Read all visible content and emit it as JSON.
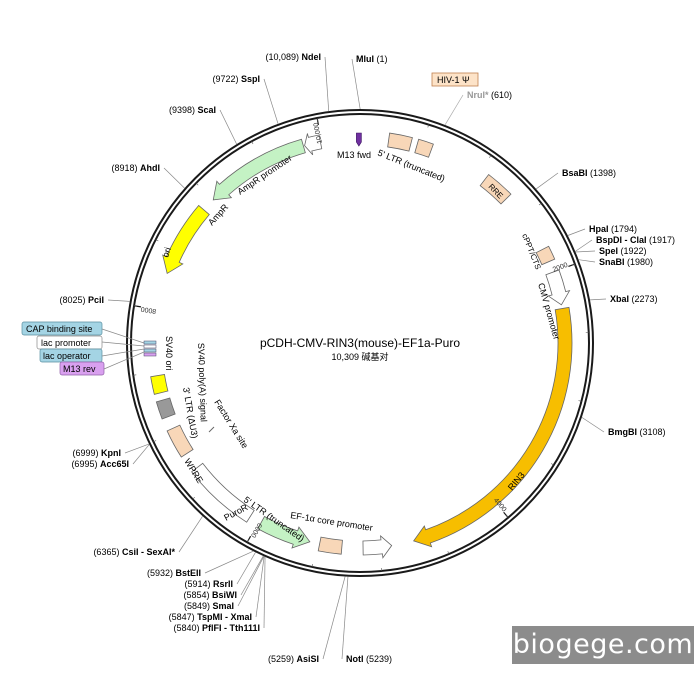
{
  "title": "pCDH-CMV-RIN3(mouse)-EF1a-Puro",
  "length_label": "10,309 碱基对",
  "total_bp": 10309,
  "watermark": "biogege.com",
  "colors": {
    "backbone": "#1a1a1a",
    "orange": "#f7be00",
    "green": "#c4f2c4",
    "yellow": "#ffff00",
    "gray": "#999999",
    "peach": "#f8d7b8",
    "white": "#ffffff",
    "purple": "#7030a0",
    "label_blue": "#a4d4e4",
    "label_purple": "#d9a0ef",
    "hiv_box": "#fde3c8"
  },
  "ticks": [
    {
      "bp": 2000,
      "label": "2000"
    },
    {
      "bp": 4000,
      "label": "4000"
    },
    {
      "bp": 6000,
      "label": "6000"
    },
    {
      "bp": 8000,
      "label": "8000"
    },
    {
      "bp": 10000,
      "label": "10,000"
    }
  ],
  "sites": [
    {
      "name": "MluI",
      "pos": "(1)",
      "bp": 1,
      "side": "right",
      "color": "#000000"
    },
    {
      "name": "NruI*",
      "pos": "(610)",
      "bp": 610,
      "side": "right",
      "color": "#999999"
    },
    {
      "name": "BsaBI",
      "pos": "(1398)",
      "bp": 1398,
      "side": "right",
      "color": "#000000"
    },
    {
      "name": "HpaI",
      "pos": "(1794)",
      "bp": 1794,
      "side": "right",
      "color": "#000000"
    },
    {
      "name": "BspDI - ClaI",
      "pos": "(1917)",
      "bp": 1917,
      "side": "right",
      "color": "#000000"
    },
    {
      "name": "SpeI",
      "pos": "(1922)",
      "bp": 1922,
      "side": "right",
      "color": "#000000"
    },
    {
      "name": "SnaBI",
      "pos": "(1980)",
      "bp": 1980,
      "side": "right",
      "color": "#000000"
    },
    {
      "name": "XbaI",
      "pos": "(2273)",
      "bp": 2273,
      "side": "right",
      "color": "#000000"
    },
    {
      "name": "BmgBI",
      "pos": "(3108)",
      "bp": 3108,
      "side": "right",
      "color": "#000000"
    },
    {
      "name": "NotI",
      "pos": "(5239)",
      "bp": 5239,
      "side": "right",
      "color": "#000000"
    },
    {
      "name": "AsiSI",
      "pos": "(5259)",
      "bp": 5259,
      "side": "left",
      "color": "#000000"
    },
    {
      "name": "PflFI - Tth111I",
      "pos": "(5840)",
      "bp": 5840,
      "side": "left",
      "color": "#000000"
    },
    {
      "name": "TspMI - XmaI",
      "pos": "(5847)",
      "bp": 5847,
      "side": "left",
      "color": "#000000"
    },
    {
      "name": "SmaI",
      "pos": "(5849)",
      "bp": 5849,
      "side": "left",
      "color": "#000000"
    },
    {
      "name": "BsiWI",
      "pos": "(5854)",
      "bp": 5854,
      "side": "left",
      "color": "#000000"
    },
    {
      "name": "RsrII",
      "pos": "(5914)",
      "bp": 5914,
      "side": "left",
      "color": "#000000"
    },
    {
      "name": "BstEII",
      "pos": "(5932)",
      "bp": 5932,
      "side": "left",
      "color": "#000000"
    },
    {
      "name": "CsiI - SexAI*",
      "pos": "(6365)",
      "bp": 6365,
      "side": "left",
      "color": "#000000"
    },
    {
      "name": "Acc65I",
      "pos": "(6995)",
      "bp": 6995,
      "side": "left",
      "color": "#000000"
    },
    {
      "name": "KpnI",
      "pos": "(6999)",
      "bp": 6999,
      "side": "left",
      "color": "#000000"
    },
    {
      "name": "PciI",
      "pos": "(8025)",
      "bp": 8025,
      "side": "left",
      "color": "#000000"
    },
    {
      "name": "AhdI",
      "pos": "(8918)",
      "bp": 8918,
      "side": "left",
      "color": "#000000"
    },
    {
      "name": "ScaI",
      "pos": "(9398)",
      "bp": 9398,
      "side": "left",
      "color": "#000000"
    },
    {
      "name": "SspI",
      "pos": "(9722)",
      "bp": 9722,
      "side": "left",
      "color": "#000000"
    },
    {
      "name": "NdeI",
      "pos": "(10,089)",
      "bp": 10089,
      "side": "left",
      "color": "#000000"
    }
  ],
  "features": [
    {
      "name": "5' LTR (truncated)",
      "start": 230,
      "end": 410,
      "type": "box",
      "color": "#f8d7b8"
    },
    {
      "name": "HIV-1 Ψ",
      "start": 460,
      "end": 580,
      "type": "box",
      "color": "#f8d7b8"
    },
    {
      "name": "RRE",
      "start": 1070,
      "end": 1300,
      "type": "box",
      "color": "#f8d7b8"
    },
    {
      "name": "cPPT/CTS",
      "start": 1800,
      "end": 1910,
      "type": "box",
      "color": "#f8d7b8"
    },
    {
      "name": "CMV promoter",
      "start": 2000,
      "end": 2270,
      "type": "arrow",
      "color": "#ffffff"
    },
    {
      "name": "RIN3",
      "start": 2300,
      "end": 4720,
      "type": "arrow",
      "color": "#f7be00"
    },
    {
      "name": "EF-1α core promoter",
      "start": 4900,
      "end": 5130,
      "type": "arrow_rev",
      "color": "#ffffff"
    },
    {
      "name": "5' LTR (truncated)",
      "start": 5300,
      "end": 5480,
      "type": "box",
      "color": "#f8d7b8"
    },
    {
      "name": "PuroR",
      "start": 5560,
      "end": 5980,
      "type": "arrow_rev",
      "color": "#c4f2c4"
    },
    {
      "name": "WPRE",
      "start": 6080,
      "end": 6660,
      "type": "box",
      "color": "#ffffff"
    },
    {
      "name": "3' LTR (ΔU3)",
      "start": 6800,
      "end": 7030,
      "type": "box",
      "color": "#f8d7b8"
    },
    {
      "name": "SV40 ori",
      "start": 7130,
      "end": 7270,
      "type": "box",
      "color": "#999999"
    },
    {
      "name": "SV40 poly(A) signal",
      "start": 7330,
      "end": 7470,
      "type": "box",
      "color": "#ffff00"
    },
    {
      "name": "ori",
      "start": 8300,
      "end": 8890,
      "type": "arrow_rev",
      "color": "#ffff00"
    },
    {
      "name": "AmpR",
      "start": 9000,
      "end": 9850,
      "type": "arrow_rev",
      "color": "#c4f2c4"
    },
    {
      "name": "AmpR promoter",
      "start": 9860,
      "end": 9990,
      "type": "arrow_rev",
      "color": "#ffffff"
    },
    {
      "name": "M13 fwd",
      "start": 10260,
      "end": 10309,
      "type": "small_arrow",
      "color": "#7030a0"
    }
  ],
  "side_labels": [
    {
      "name": "CAP binding site",
      "color": "#a4d4e4"
    },
    {
      "name": "lac promoter",
      "color": "#ffffff"
    },
    {
      "name": "lac operator",
      "color": "#a4d4e4"
    },
    {
      "name": "M13 rev",
      "color": "#d9a0ef"
    }
  ],
  "misc_labels": {
    "factor_xa": "Factor Xa site",
    "m13_fwd": "M13 fwd",
    "amp_r": "AmpR",
    "amp_r_promoter": "AmpR promoter",
    "ori": "ori",
    "sv40_polya": "SV40 poly(A) signal",
    "sv40_ori": "SV40 ori",
    "ltr3": "3' LTR (ΔU3)",
    "wpre": "WPRE",
    "puror": "PuroR",
    "ltr5b": "5' LTR (truncated)",
    "ef1a": "EF-1α core promoter",
    "rin3": "RIN3",
    "cmv": "CMV promoter",
    "cppt": "cPPT/CTS",
    "rre": "RRE",
    "ltr5a": "5' LTR (truncated)",
    "hiv": "HIV-1 Ψ"
  }
}
